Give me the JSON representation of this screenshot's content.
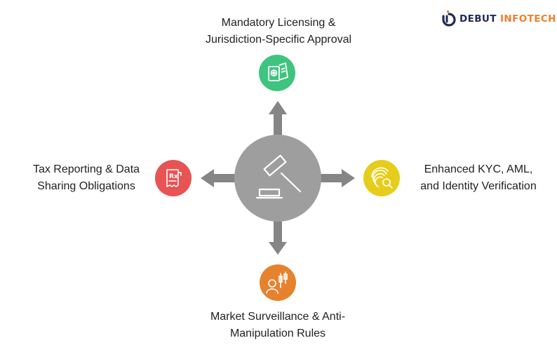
{
  "brand": {
    "word1": "DEBUT",
    "word2": "INFOTECH",
    "primary_color": "#1e2a56",
    "accent_color": "#f07f2b"
  },
  "center": {
    "icon": "gavel-icon",
    "color": "#9e9e9e"
  },
  "nodes": {
    "top": {
      "lines": [
        "Mandatory Licensing &",
        "Jurisdiction-Specific Approval"
      ],
      "icon": "passport-icon",
      "color": "#3ec47f"
    },
    "right": {
      "lines": [
        "Enhanced KYC, AML,",
        "and Identity Verification"
      ],
      "icon": "fingerprint-search-icon",
      "color": "#e6cd1c"
    },
    "bottom": {
      "lines": [
        "Market Surveillance & Anti-",
        "Manipulation Rules"
      ],
      "icon": "market-surveillance-icon",
      "color": "#e6822e"
    },
    "left": {
      "lines": [
        "Tax Reporting & Data",
        "Sharing Obligations"
      ],
      "icon": "tax-receipt-icon",
      "color": "#e85353"
    }
  }
}
